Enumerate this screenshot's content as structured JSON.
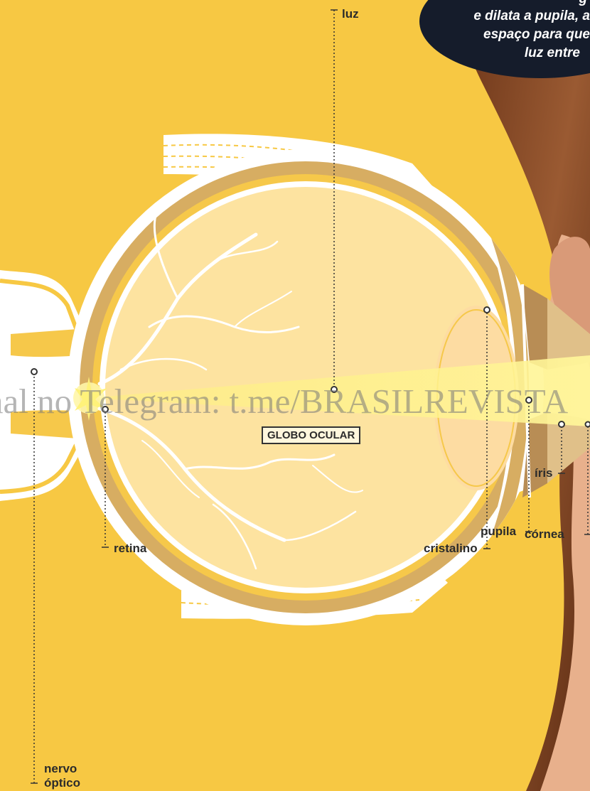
{
  "bubble": {
    "lines": [
      "g",
      "e dilata a pupila, a",
      "espaço para que",
      "luz entre"
    ]
  },
  "labels": {
    "luz": "luz",
    "globo": "GLOBO OCULAR",
    "retina": "retina",
    "nervo_line1": "nervo",
    "nervo_line2": "óptico",
    "cristalino": "cristalino",
    "pupila": "pupila",
    "iris": "íris",
    "cornea": "córnea"
  },
  "watermark": "nal no Telegram: t.me/BRASILREVISTA",
  "colors": {
    "background": "#f7c843",
    "sclera": "#ffffff",
    "choroid": "#d7ad62",
    "retina_band": "#f6c84a",
    "inner": "#fde3a0",
    "lens": "#fddca2",
    "beam": "#fff27a",
    "vessels": "#ffffff",
    "bubble": "#151c2b",
    "hair": "#8a4a2a",
    "skin": "#e8b08c"
  }
}
